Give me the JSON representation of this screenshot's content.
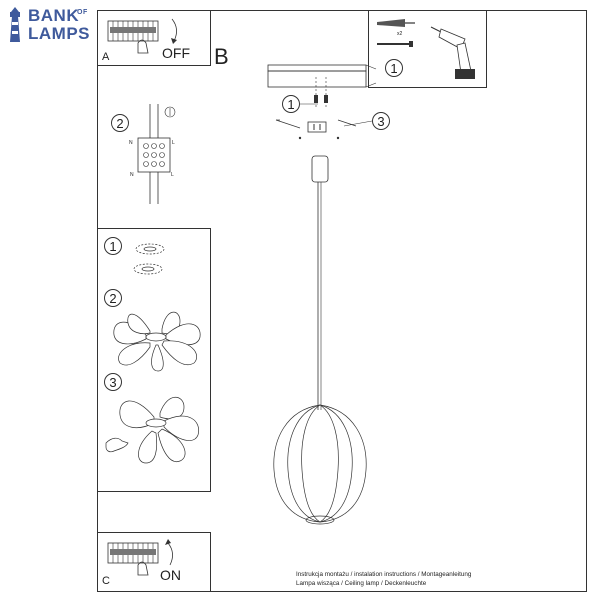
{
  "logo": {
    "line1": "BANK",
    "of": "OF",
    "line2": "LAMPS",
    "color": "#3f5a9c"
  },
  "panels": {
    "a": {
      "letter": "A",
      "action": "OFF"
    },
    "b": {
      "letter": "B"
    },
    "c": {
      "letter": "C",
      "action": "ON"
    }
  },
  "steps": {
    "drill": "1",
    "wiring": "2",
    "ceiling_screw": "1",
    "ceiling_bracket": "3",
    "assembly1": "1",
    "assembly2": "2",
    "assembly3": "3"
  },
  "wiring_labels": {
    "n_left": "N",
    "l_right": "L",
    "n_bottom": "N",
    "l_bottom": "L"
  },
  "screw_count": "x2",
  "footer": {
    "line1": "Instrukcja montażu / instalation instructions / Montageanleitung",
    "line2": "Lampa wisząca / Ceiling lamp / Deckenleuchte"
  }
}
